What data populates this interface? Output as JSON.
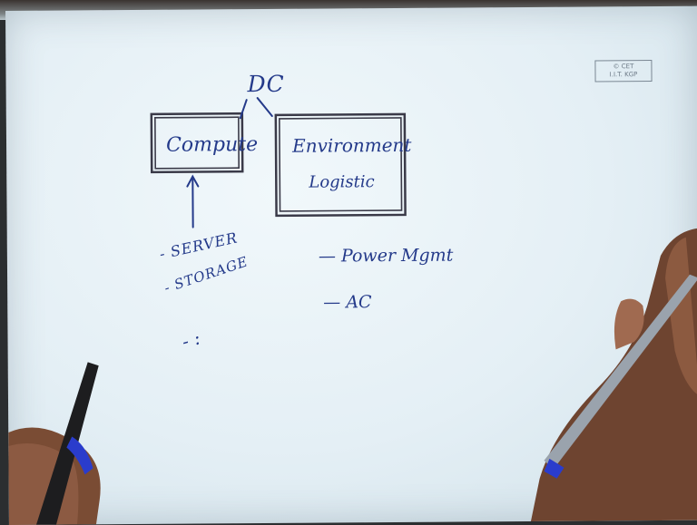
{
  "logo": {
    "line1": "© CET",
    "line2": "I.I.T. KGP"
  },
  "diagram": {
    "root": "DC",
    "compute": {
      "label": "Compute",
      "items": [
        "- SERVER",
        "- STORAGE",
        "- :"
      ]
    },
    "environment": {
      "line1": "Environment",
      "line2": "Logistic",
      "items": [
        "— Power Mgmt",
        "— AC"
      ]
    }
  },
  "colors": {
    "ink": "#243a8a",
    "paper": "#e8f2f7",
    "skin": "#8a5a40",
    "marker_body": "#1c1c1c",
    "marker_cap": "#3a4fd8"
  }
}
